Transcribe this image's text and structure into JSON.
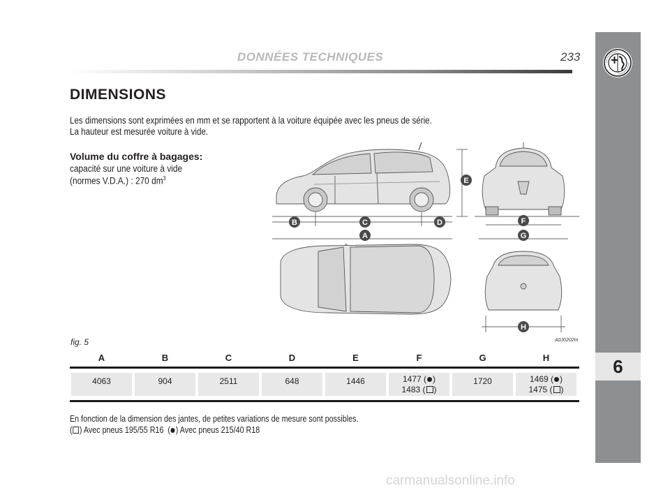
{
  "header": {
    "title": "DONNÉES TECHNIQUES",
    "page_number": "233"
  },
  "sidebar": {
    "chapter_number": "6"
  },
  "section": {
    "heading": "DIMENSIONS",
    "intro_line_1": "Les dimensions sont exprimées en mm et se rapportent à la voiture équipée avec les pneus de série.",
    "intro_line_2": "La hauteur est mesurée voiture à vide."
  },
  "trunk": {
    "heading": "Volume du coffre à bagages:",
    "line_1": "capacité sur une voiture à vide",
    "line_2": "(normes V.D.A.) :    270 dm",
    "unit_exponent": "3"
  },
  "figure": {
    "label": "fig. 5",
    "code": "A0J0202m",
    "markers": [
      "A",
      "B",
      "C",
      "D",
      "E",
      "F",
      "G",
      "H"
    ]
  },
  "table": {
    "headers": [
      "A",
      "B",
      "C",
      "D",
      "E",
      "F",
      "G",
      "H"
    ],
    "values": [
      {
        "line1": "4063",
        "line2": ""
      },
      {
        "line1": "904",
        "line2": ""
      },
      {
        "line1": "2511",
        "line2": ""
      },
      {
        "line1": "648",
        "line2": ""
      },
      {
        "line1": "1446",
        "line2": ""
      },
      {
        "line1": "1477 (",
        "marker1": "dot",
        "line2": "1483 (",
        "marker2": "square"
      },
      {
        "line1": "1720",
        "line2": ""
      },
      {
        "line1": "1469 (",
        "marker1": "dot",
        "line2": "1475 (",
        "marker2": "square"
      }
    ]
  },
  "notes": {
    "line_1": "En fonction de la dimension des jantes, de petites variations de mesure sont possibles.",
    "line_2_part_a": "Avec pneus 195/55 R16",
    "line_2_part_b": "Avec pneus 215/40 R18"
  },
  "watermark": "carmanualsonline.info"
}
